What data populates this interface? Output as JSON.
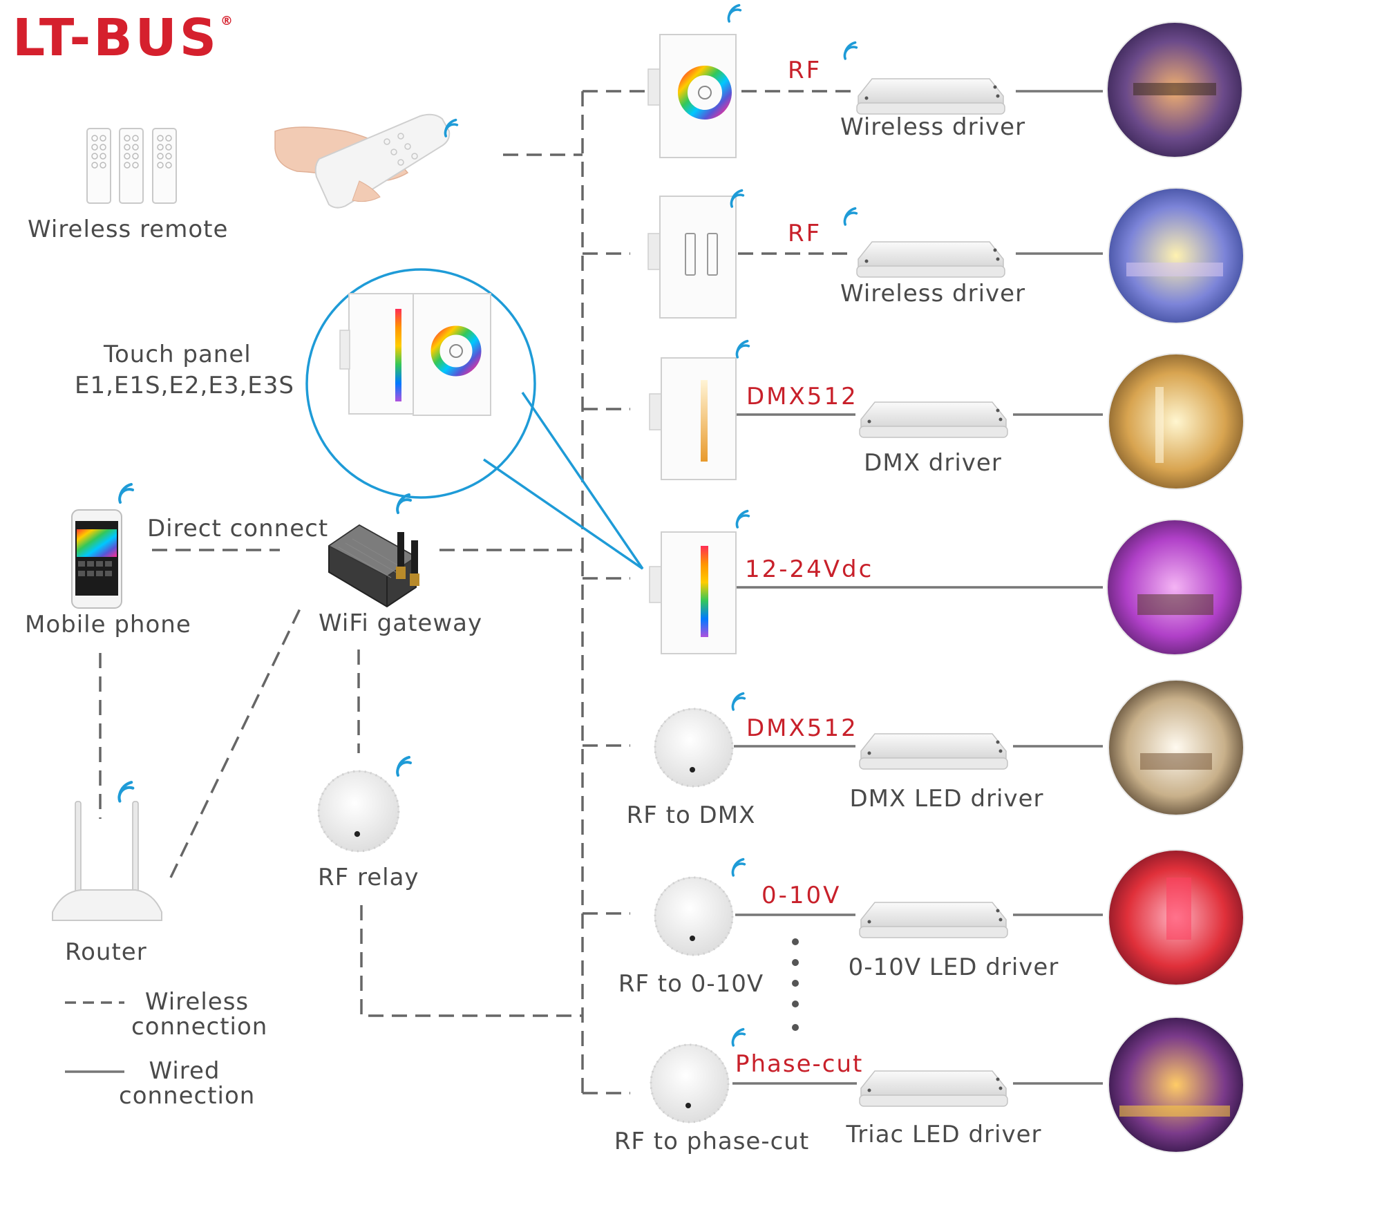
{
  "brand": {
    "name": "LT-BUS",
    "registered": "®",
    "color": "#d5202d"
  },
  "sources": {
    "wireless_remote": "Wireless remote",
    "touch_panel_title": "Touch panel",
    "touch_panel_models": "E1,E1S,E2,E3,E3S",
    "mobile_phone": "Mobile phone",
    "direct_connect": "Direct connect",
    "wifi_gateway": "WiFi gateway",
    "router": "Router",
    "rf_relay": "RF relay"
  },
  "controllers": [
    {
      "icon": "touch-panel-rgb-wheel-icon",
      "signal": "RF",
      "driver": "Wireless driver",
      "scene": "theater-scene"
    },
    {
      "icon": "touch-panel-dual-dimmer-icon",
      "signal": "RF",
      "driver": "Wireless driver",
      "scene": "lounge-scene"
    },
    {
      "icon": "touch-panel-slider-icon",
      "signal": "DMX512",
      "driver": "DMX driver",
      "scene": "chandelier-scene"
    },
    {
      "icon": "touch-panel-rgb-slider-icon",
      "signal": "12-24Vdc",
      "driver": "",
      "scene": "purple-bedroom-scene"
    },
    {
      "icon": "rf-converter-icon",
      "name": "RF to DMX",
      "signal": "DMX512",
      "driver": "DMX LED driver",
      "scene": "living-room-scene"
    },
    {
      "icon": "rf-converter-icon",
      "name": "RF to 0-10V",
      "signal": "0-10V",
      "driver": "0-10V LED driver",
      "scene": "red-interior-scene"
    },
    {
      "icon": "rf-converter-icon",
      "name": "RF to phase-cut",
      "signal": "Phase-cut",
      "driver": "Triac LED driver",
      "scene": "bar-scene"
    }
  ],
  "legend": {
    "wireless_line1": "Wireless",
    "wireless_line2": "connection",
    "wired_line1": "Wired",
    "wired_line2": "connection"
  },
  "colors": {
    "signal_text": "#c8202a",
    "accent_blue": "#1e9bd7",
    "line": "#777777"
  }
}
